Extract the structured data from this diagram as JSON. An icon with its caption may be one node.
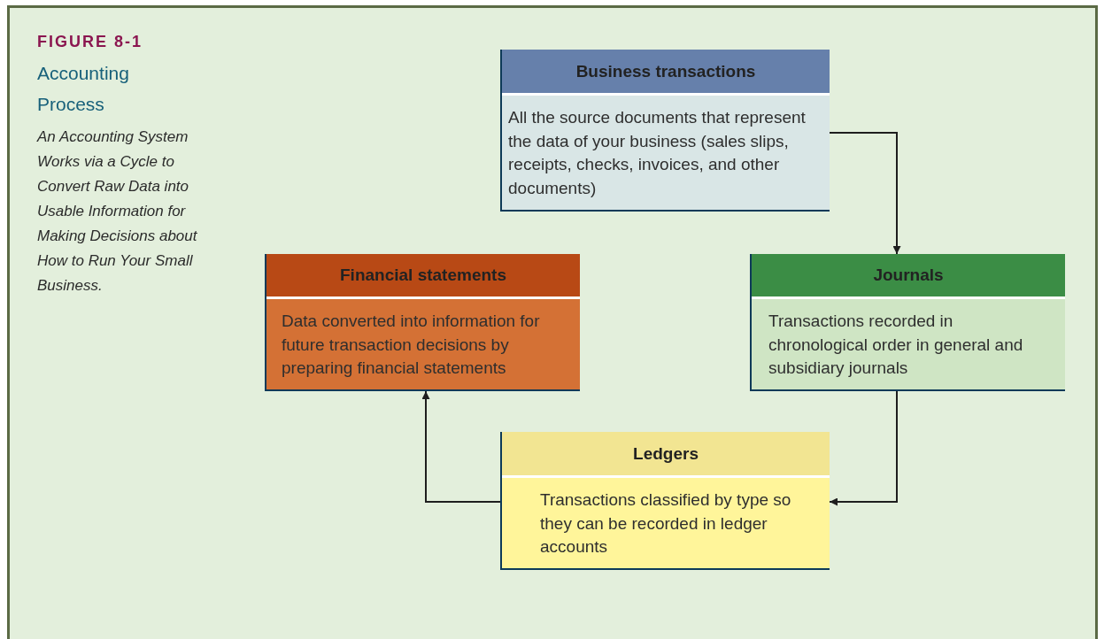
{
  "diagram": {
    "title": "Accounting Process",
    "caption": "An Accounting System Works via a Cycle to Convert Raw Data into Usable Information for Making Decisions about How to Run Your Small Business.",
    "nodes": [
      {
        "text": [
          "Business transactions",
          "All the source documents that represent the data of your business (sales slips, receipts, checks, invoices, and other documents)"
        ]
      },
      {
        "text": [
          "Financial statements",
          "Data converted into information for future transaction decisions by preparing financial statements"
        ]
      },
      {
        "text": [
          "Journals",
          "Transactions recorded in chronological order in general and subsidiary journals"
        ]
      },
      {
        "text": [
          "Ledgers",
          "Transactions classified by type so they can be recorded in ledger accounts"
        ]
      }
    ],
    "edges": [
      {
        "from": 0,
        "to": 2,
        "arrow": "to"
      },
      {
        "from": 2,
        "to": 3,
        "arrow": "to"
      },
      {
        "from": 3,
        "to": 1,
        "arrow": "to"
      }
    ],
    "labels": [
      "FIGURE 8-1"
    ]
  }
}
